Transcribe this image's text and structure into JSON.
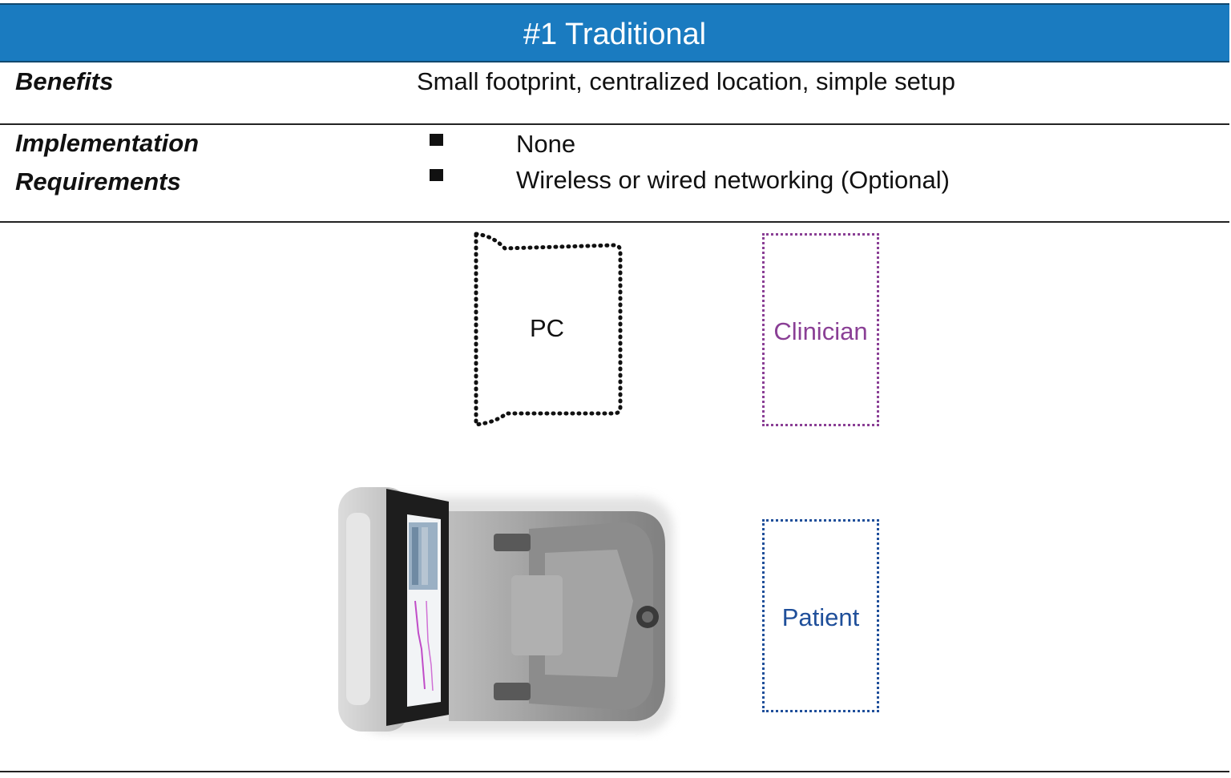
{
  "header": {
    "title": "#1 Traditional"
  },
  "benefits": {
    "label": "Benefits",
    "text": "Small footprint, centralized location, simple setup"
  },
  "implementation": {
    "label_line1": "Implementation",
    "label_line2": "Requirements",
    "items": [
      "None",
      "Wireless or wired networking (Optional)"
    ]
  },
  "diagram": {
    "pc_label": "PC",
    "clinician_label": "Clinician",
    "patient_label": "Patient",
    "colors": {
      "pc": "#111111",
      "clinician": "#8a3f95",
      "patient": "#1f4f9a",
      "header": "#1a7bc0"
    }
  }
}
